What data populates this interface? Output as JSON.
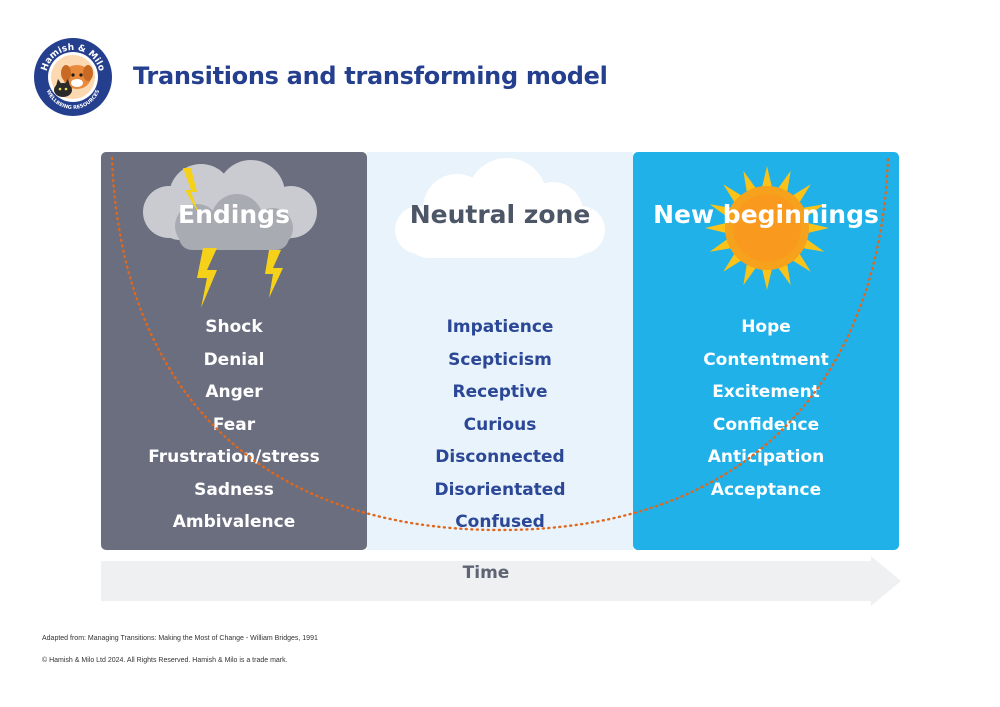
{
  "header": {
    "title": "Transitions and transforming model",
    "logo": {
      "top_text": "Hamish & Milo",
      "bottom_text": "WELLBEING RESOURCES",
      "colors": {
        "ring": "#253f8f",
        "dog": "#e98a3c"
      }
    }
  },
  "columns": [
    {
      "id": "endings",
      "heading": "Endings",
      "icon": "storm-cloud-icon",
      "background": "#6a6e7e",
      "emotions": [
        "Shock",
        "Denial",
        "Anger",
        "Fear",
        "Frustration/stress",
        "Sadness",
        "Ambivalence"
      ]
    },
    {
      "id": "neutral",
      "heading": "Neutral zone",
      "icon": "cloud-icon",
      "background": "#e8f3fb",
      "emotions": [
        "Impatience",
        "Scepticism",
        "Receptive",
        "Curious",
        "Disconnected",
        "Disorientated",
        "Confused"
      ]
    },
    {
      "id": "new",
      "heading": "New beginnings",
      "icon": "sun-icon",
      "background": "#1fb1e8",
      "emotions": [
        "Hope",
        "Contentment",
        "Excitement",
        "Confidence",
        "Anticipation",
        "Acceptance"
      ]
    }
  ],
  "timeline": {
    "label": "Time",
    "icon": "arrow-right-icon",
    "color": "#eef0f2"
  },
  "curve": {
    "icon": "dotted-u-curve",
    "color": "#e0671c"
  },
  "footer": {
    "source": "Adapted from: Managing Transitions: Making the Most of Change - William Bridges, 1991",
    "copyright": "© Hamish & Milo Ltd 2024. All Rights Reserved. Hamish & Milo is a trade mark."
  }
}
